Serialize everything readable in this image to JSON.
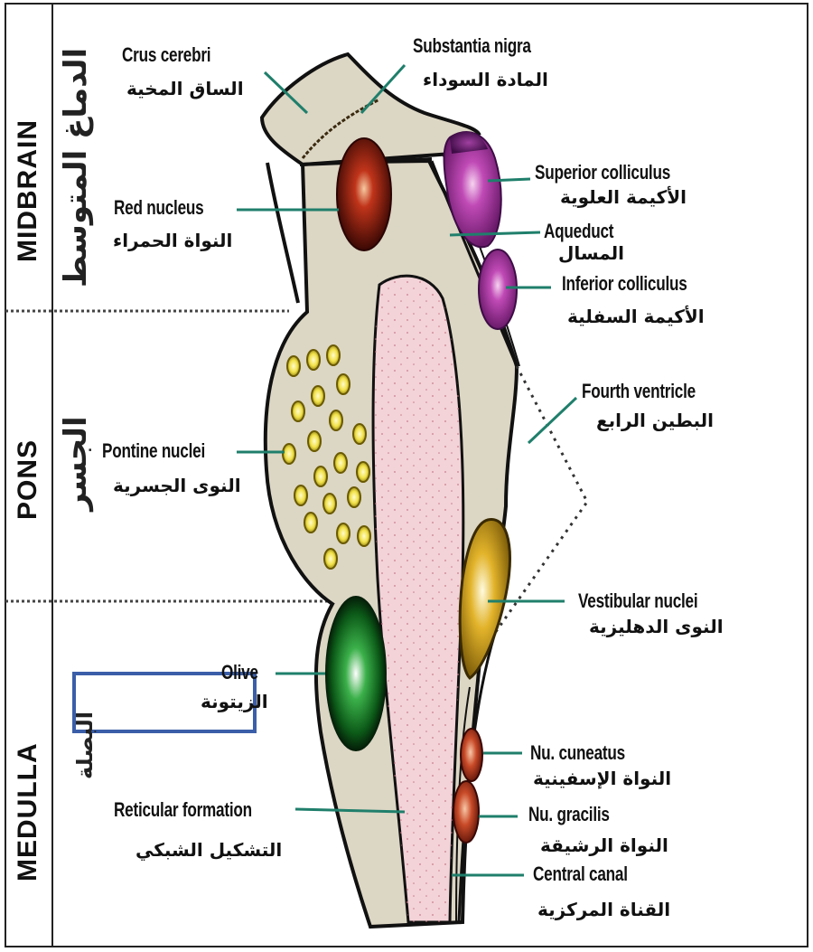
{
  "regions": {
    "midbrain": "MIDBRAIN",
    "midbrain_ar": "الدماغ المتوسط",
    "pons": "PONS",
    "pons_ar": "الجسر",
    "medulla": "MEDULLA",
    "medulla_ar": "البصلة"
  },
  "labels": {
    "crus_cerebri": "Crus cerebri",
    "crus_cerebri_ar": "الساق المخية",
    "substantia_nigra": "Substantia nigra",
    "substantia_nigra_ar": "المادة السوداء",
    "red_nucleus": "Red nucleus",
    "red_nucleus_ar": "النواة الحمراء",
    "superior_colliculus": "Superior colliculus",
    "superior_colliculus_ar": "الأكيمة العلوية",
    "aqueduct": "Aqueduct",
    "aqueduct_ar": "المسال",
    "inferior_colliculus": "Inferior colliculus",
    "inferior_colliculus_ar": "الأكيمة السفلية",
    "fourth_ventricle": "Fourth ventricle",
    "fourth_ventricle_ar": "البطين الرابع",
    "pontine_nuclei": "Pontine nuclei",
    "pontine_nuclei_ar": "النوى الجسرية",
    "vestibular_nuclei": "Vestibular nuclei",
    "vestibular_nuclei_ar": "النوى الدهليزية",
    "olive": "Olive",
    "olive_ar": "الزيتونة",
    "nu_cuneatus": "Nu. cuneatus",
    "nu_cuneatus_ar": "النواة الإسفينية",
    "nu_gracilis": "Nu. gracilis",
    "nu_gracilis_ar": "النواة الرشيقة",
    "reticular_formation": "Reticular formation",
    "reticular_formation_ar": "التشكيل الشبكي",
    "central_canal": "Central canal",
    "central_canal_ar": "القناة المركزية"
  },
  "colors": {
    "tissue": "#dcd6c4",
    "reticular": "#f3d3d8",
    "red_nucleus": "#8b1a0a",
    "colliculi": "#b23aa8",
    "pontine_nuclei": "#f2e24a",
    "vestibular": "#d4a818",
    "olive": "#1e8c2a",
    "dorsal_nuclei": "#c2452a",
    "leader_line": "#1f7f6b",
    "highlight_box": "#3a5ea8"
  }
}
